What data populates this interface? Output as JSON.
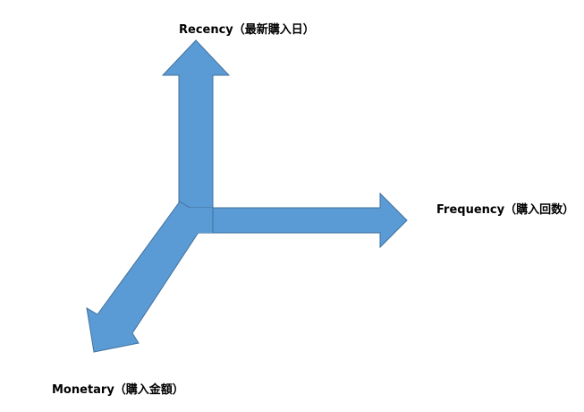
{
  "axes": {
    "recency": {
      "label": "Recency（最新購入日）"
    },
    "frequency": {
      "label": "Frequency（購入回数）"
    },
    "monetary": {
      "label": "Monetary（購入金額）"
    }
  },
  "colors": {
    "arrow_fill": "#5B9BD5",
    "arrow_stroke": "#41719C"
  }
}
